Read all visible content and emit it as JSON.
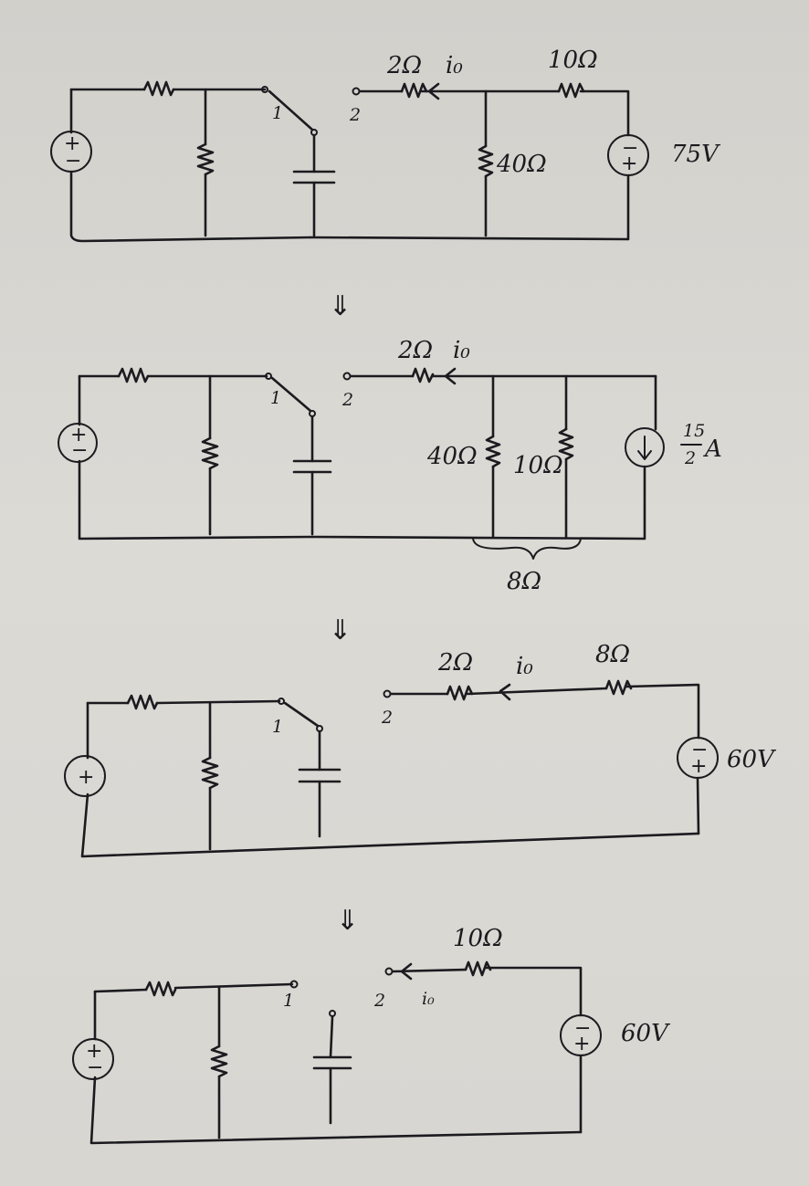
{
  "stage1": {
    "r_2": "2Ω",
    "current": "i₀",
    "r_10": "10Ω",
    "r_40": "40Ω",
    "source_v": "75V",
    "switch_pos1": "1",
    "switch_pos2": "2"
  },
  "stage2": {
    "r_2": "2Ω",
    "current": "i₀",
    "r_40": "40Ω",
    "r_10": "10Ω",
    "source_i_num": "15",
    "source_i_den": "2",
    "source_i_unit": "A",
    "r_eq": "8Ω",
    "switch_pos1": "1",
    "switch_pos2": "2"
  },
  "stage3": {
    "r_2": "2Ω",
    "current": "i₀",
    "r_8": "8Ω",
    "source_v": "60V",
    "switch_pos1": "1",
    "switch_pos2": "2"
  },
  "stage4": {
    "r_10": "10Ω",
    "current": "i₀",
    "source_v": "60V",
    "switch_pos1": "1",
    "switch_pos2": "2"
  },
  "arrows": [
    "⇓",
    "⇓",
    "⇓"
  ],
  "icons": {
    "voltage_source": "circle-with-plus-minus",
    "current_source": "circle-with-down-arrow",
    "resistor": "zigzag",
    "capacitor": "parallel-plates",
    "switch": "spdt-switch"
  }
}
